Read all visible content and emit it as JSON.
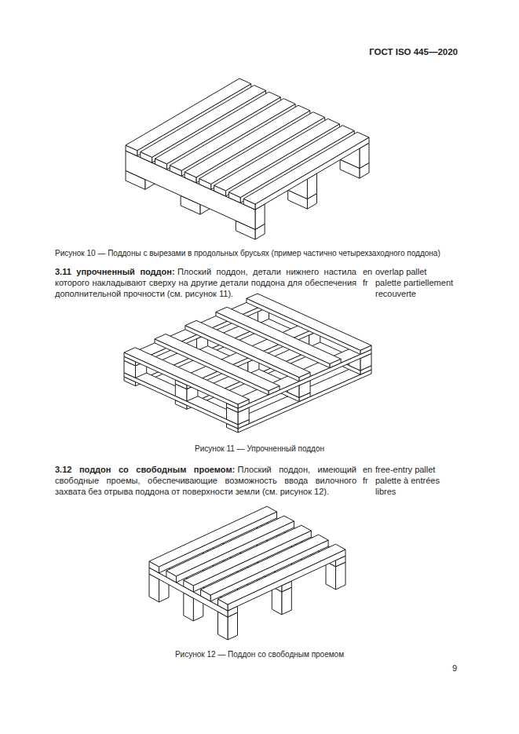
{
  "diagram": {
    "labels": [
      "ГОСТ ISO 445—2020",
      "Рисунок 10 — Поддоны с вырезами в продольных брусьях (пример частично четырехзаходного поддона)",
      "3.11 упрочненный поддон:",
      "Плоский поддон, детали нижнего настила которого накладывают сверху на другие детали поддона для обеспечения дополнительной прочности (см. рисунок 11).",
      "en",
      "overlap pallet",
      "fr",
      "palette partiellement recouverte",
      "Рисунок 11 — Упрочненный поддон",
      "3.12 поддон со свободным проемом:",
      "Плоский поддон, имеющий свободные проемы, обеспечивающие возможность ввода вилочного захвата без отрыва поддона от поверхности земли (см. рисунок 12).",
      "en",
      "free-entry pallet",
      "fr",
      "palette à entrées libres",
      "Рисунок 12 — Поддон со свободным проемом",
      "9"
    ]
  }
}
